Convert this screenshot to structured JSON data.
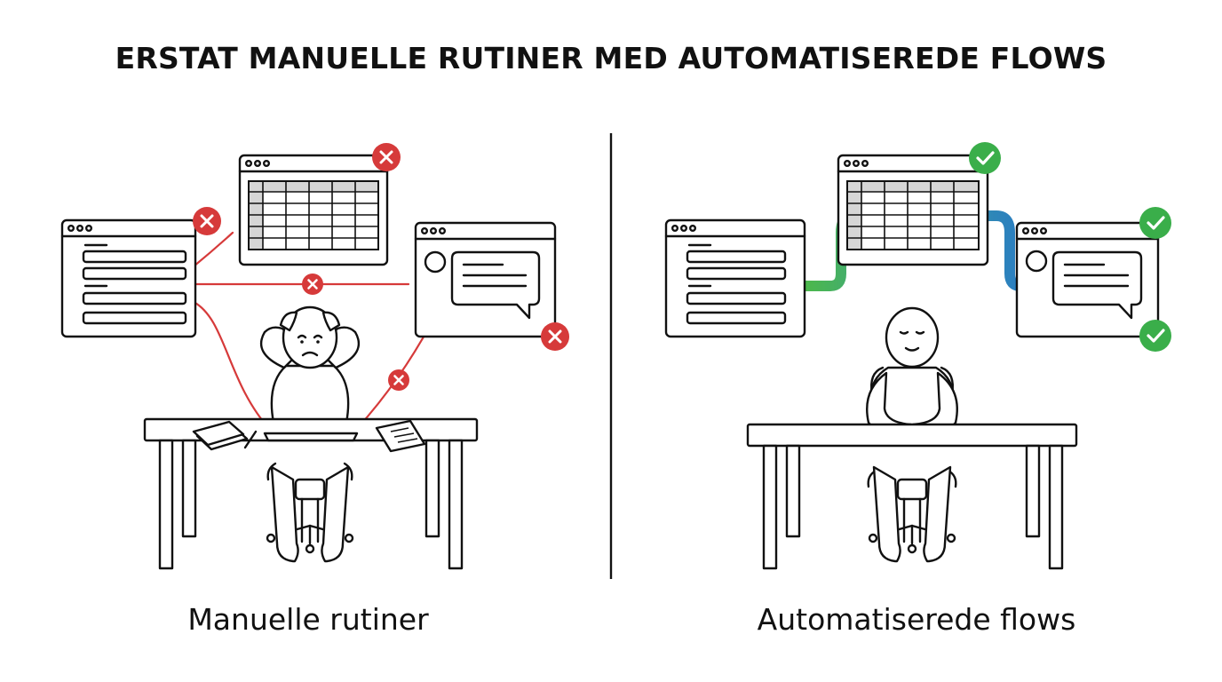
{
  "title": "ERSTAT MANUELLE RUTINER MED AUTOMATISEREDE FLOWS",
  "left_panel": {
    "caption": "Manuelle rutiner",
    "status_icon": "x-mark-icon"
  },
  "right_panel": {
    "caption": "Automatiserede flows",
    "status_icon": "check-mark-icon"
  },
  "colors": {
    "error": "#d63a3a",
    "success": "#3aae4a",
    "flow_green": "#4cb84a",
    "flow_blue": "#2b7fc0",
    "line": "#111111",
    "table_shade": "#d6d6d6"
  }
}
